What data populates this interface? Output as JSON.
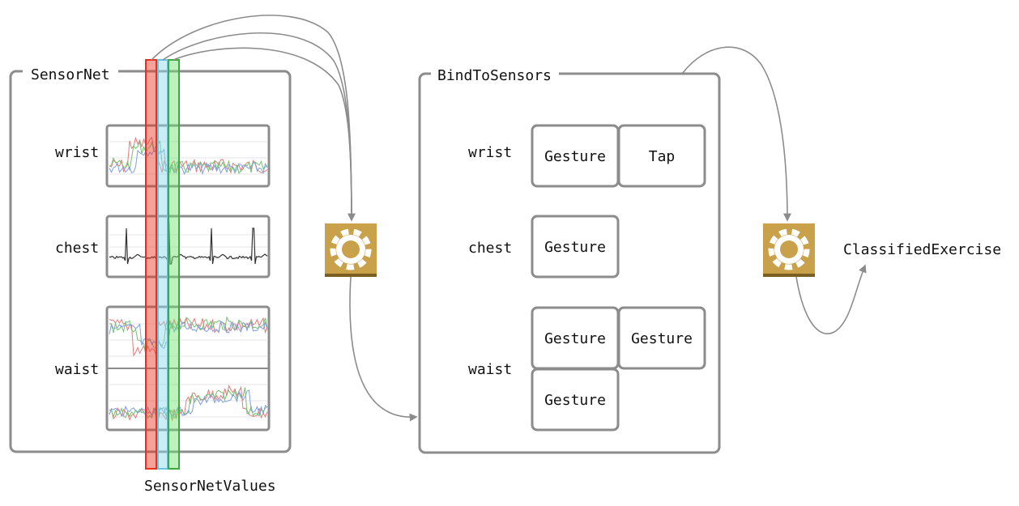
{
  "sensor_net": {
    "title": "SensorNet",
    "rows": [
      {
        "label": "wrist"
      },
      {
        "label": "chest"
      },
      {
        "label": "waist"
      }
    ]
  },
  "sensor_net_values": {
    "label": "SensorNetValues",
    "colors": {
      "red": "#e8301e",
      "blue": "#6cc4e0",
      "green": "#3cab3c"
    }
  },
  "bind_to_sensors": {
    "title": "BindToSensors",
    "rows": [
      {
        "label": "wrist",
        "cells": [
          "Gesture",
          "Tap"
        ]
      },
      {
        "label": "chest",
        "cells": [
          "Gesture"
        ]
      },
      {
        "label": "waist",
        "cells": [
          "Gesture",
          "Gesture",
          "Gesture"
        ]
      }
    ]
  },
  "output": {
    "label": "ClassifiedExercise"
  },
  "process_icon": {
    "name": "gear-icon",
    "color": "#c9a14a"
  }
}
